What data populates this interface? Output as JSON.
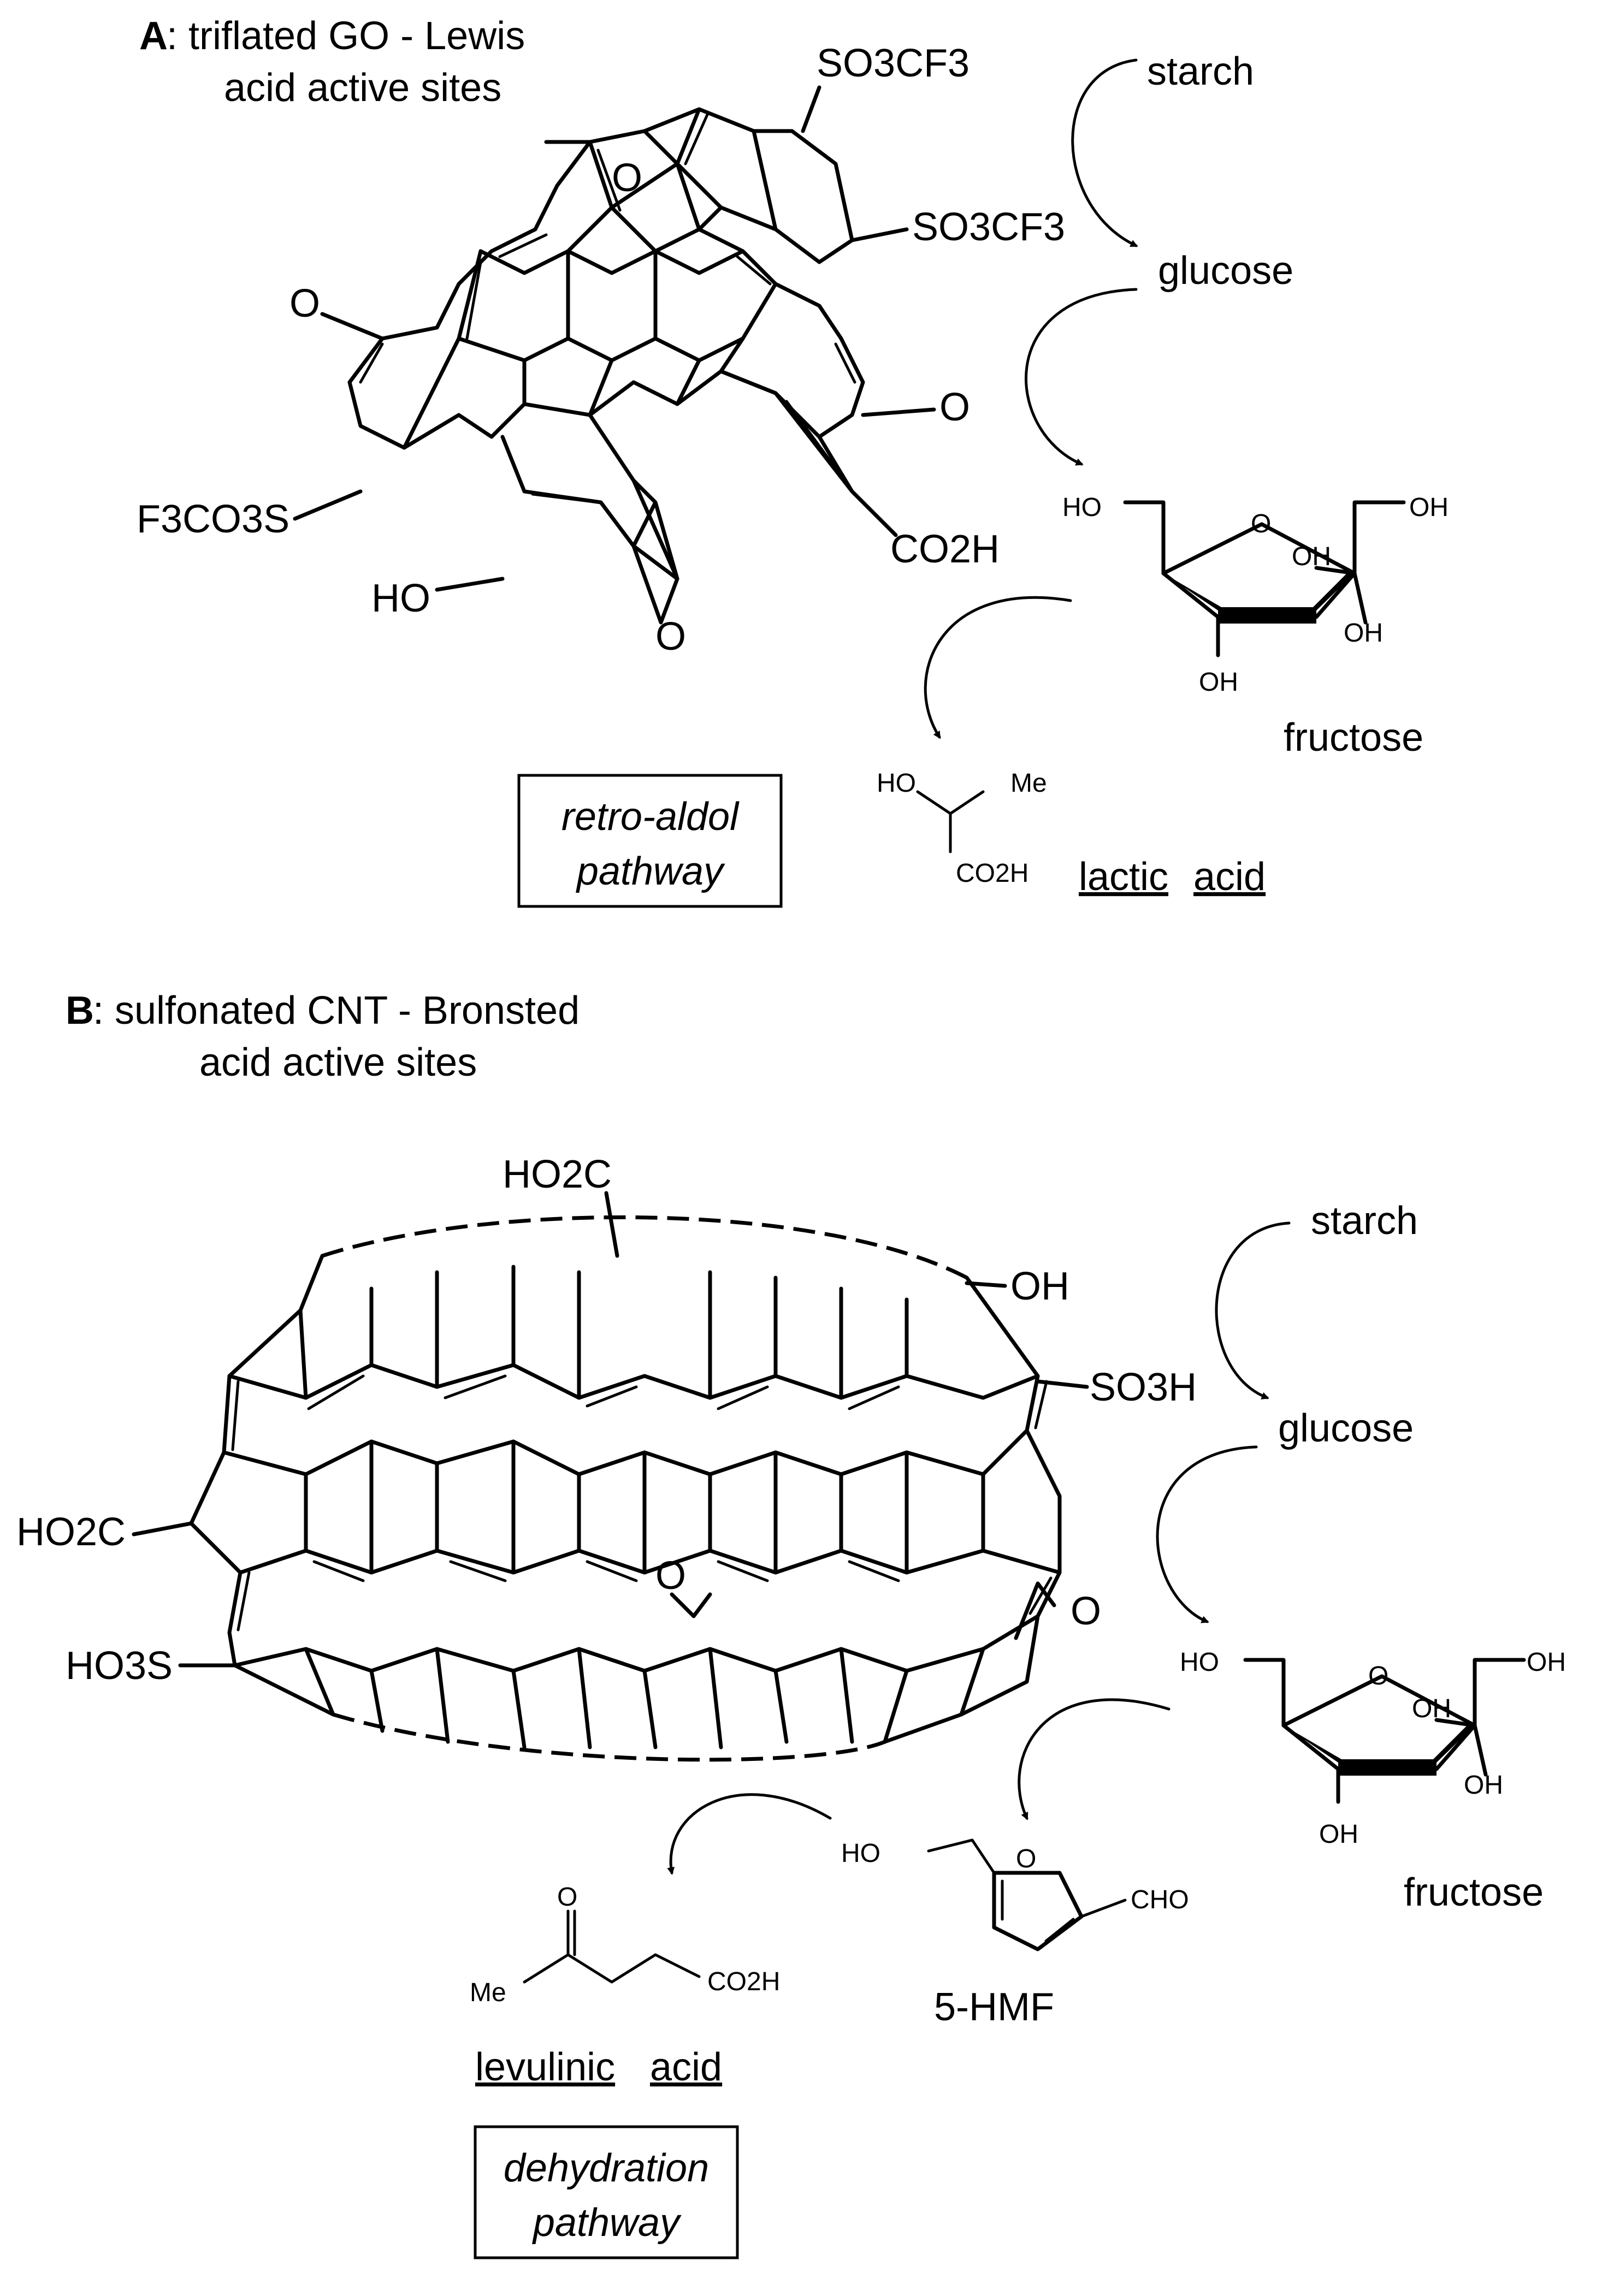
{
  "panel_a": {
    "letter": "A",
    "title_line1": ": triflated GO - Lewis",
    "title_line2": "acid active sites",
    "substituents": {
      "so3cf3_top": "SO3CF3",
      "so3cf3_right": "SO3CF3",
      "ketone_left": "O",
      "ketone_right": "O",
      "so3_left": "F3CO3S",
      "co2h": "CO2H",
      "ho": "HO",
      "epoxide_top": "O",
      "epoxide_bottom": "O"
    },
    "pathway": {
      "line1": "retro-aldol",
      "line2": "pathway"
    },
    "labels": {
      "starch": "starch",
      "glucose": "glucose",
      "fructose": "fructose"
    },
    "fructose_groups": [
      "HO",
      "O",
      "OH",
      "OH",
      "OH",
      "OH"
    ],
    "product": {
      "name1": "lactic",
      "name2": "acid",
      "ho": "HO",
      "me": "Me",
      "co2h": "CO2H"
    }
  },
  "panel_b": {
    "letter": "B",
    "title_line1": ": sulfonated CNT - Bronsted",
    "title_line2": "acid active sites",
    "substituents": {
      "ho2c_top": "HO2C",
      "oh": "OH",
      "so3h": "SO3H",
      "ho2c_left": "HO2C",
      "ho3s": "HO3S",
      "epoxide_center": "O",
      "epoxide_right": "O"
    },
    "labels": {
      "starch": "starch",
      "glucose": "glucose",
      "fructose": "fructose"
    },
    "fructose_groups": [
      "HO",
      "O",
      "OH",
      "OH",
      "OH",
      "OH"
    ],
    "hmf": {
      "name": "5-HMF",
      "ho": "HO",
      "o": "O",
      "cho": "CHO"
    },
    "product": {
      "name1": "levulinic",
      "name2": "acid",
      "me": "Me",
      "o": "O",
      "co2h": "CO2H"
    },
    "pathway": {
      "line1": "dehydration",
      "line2": "pathway"
    }
  }
}
